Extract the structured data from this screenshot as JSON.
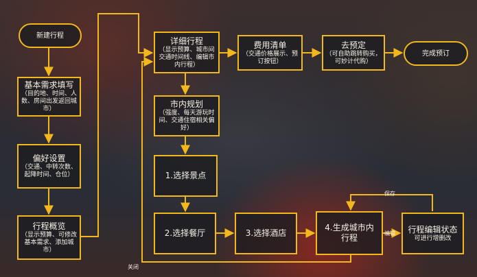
{
  "colors": {
    "accent": "#f2b81d",
    "text": "#f5f0e6"
  },
  "nodes": {
    "start": {
      "title": "新建行程"
    },
    "basic": {
      "title": "基本需求填写",
      "desc": "（目的地、时间、人数、房间出发返回城市）"
    },
    "pref": {
      "title": "偏好设置",
      "desc": "（交通、中转次数、起降时间、仓位）"
    },
    "overview": {
      "title": "行程概览",
      "desc": "（显示预算、可修改基本需求、添加城市）"
    },
    "detail": {
      "title": "详细行程",
      "desc": "（显示预算、城市间交通时间线、编辑市内行程）"
    },
    "city_plan": {
      "title": "市内规划",
      "desc": "（强度、每天游玩时间、交通住宿相关偏好）"
    },
    "spots": {
      "title": "1.选择景点"
    },
    "restaurant": {
      "title": "2.选择餐厅"
    },
    "hotel": {
      "title": "3.选择酒店"
    },
    "generate": {
      "title": "4.生成城市内行程"
    },
    "edit_state": {
      "title": "行程编辑状态",
      "desc": "可进行增删改"
    },
    "cost": {
      "title": "费用清单",
      "desc": "（交通价格展示、预订按钮）"
    },
    "book": {
      "title": "去预定",
      "desc": "（可自助跳转购买，可妙计代购）"
    },
    "done": {
      "title": "完成预订"
    }
  },
  "edge_labels": {
    "save": "保存",
    "edit": "编辑",
    "close": "关闭"
  }
}
